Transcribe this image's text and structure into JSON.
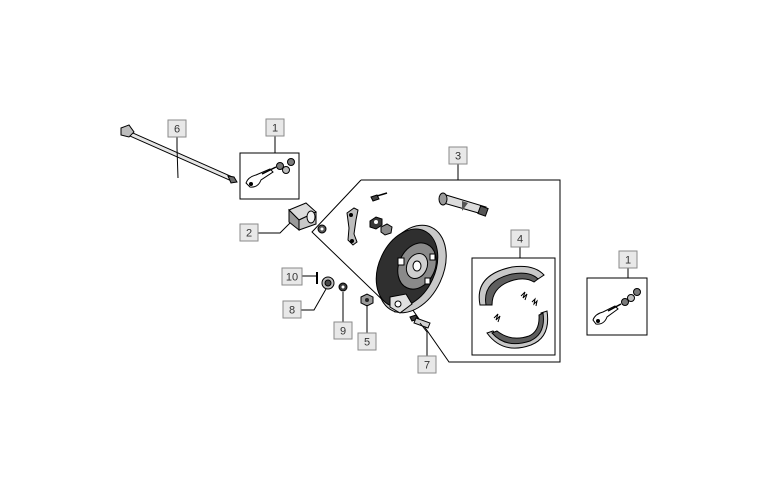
{
  "diagram": {
    "labels": {
      "axle_kit_top": "1",
      "axle_kit_right": "1",
      "spacer": "2",
      "brake_plate_assembly": "3",
      "brake_shoes": "4",
      "part_5": "5",
      "axle": "6",
      "bolt": "7",
      "part_8": "8",
      "part_9": "9",
      "cotter_pin": "10"
    },
    "colors": {
      "line": "#000000",
      "label_fill": "#e8e8e8",
      "label_border": "#8a8a8a",
      "label_text": "#333333",
      "part_dark": "#2a2a2a",
      "part_mid": "#9a9a9a",
      "part_light": "#d9d9d9"
    }
  }
}
